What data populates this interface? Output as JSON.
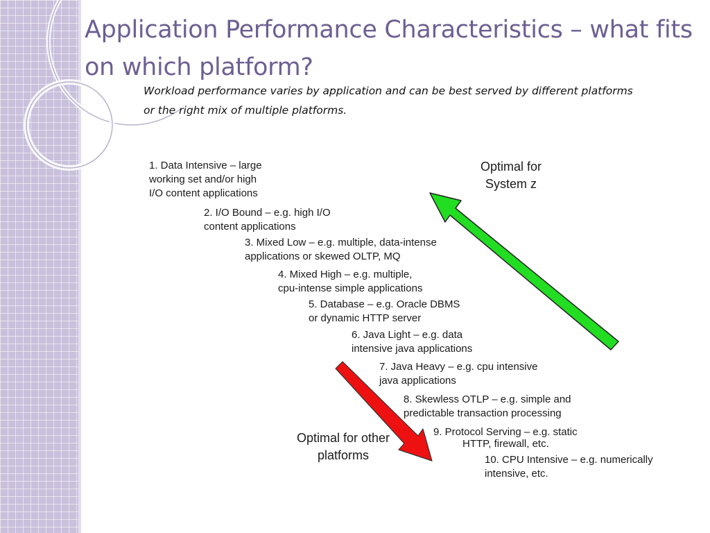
{
  "slide": {
    "title": "Application Performance Characteristics – what fits on which platform?",
    "subtitle": "Workload performance varies by application and can be best served by different platforms or the right mix of multiple platforms."
  },
  "diagram": {
    "workloads": [
      {
        "number": "1.",
        "lines": [
          "1. Data Intensive – large",
          "working set  and/or high",
          "I/O content applications"
        ]
      },
      {
        "number": "2.",
        "lines": [
          "2. I/O Bound – e.g. high I/O",
          "content applications"
        ]
      },
      {
        "number": "3.",
        "lines": [
          "3. Mixed Low – e.g. multiple, data-intense",
          "applications or skewed OLTP, MQ"
        ]
      },
      {
        "number": "4.",
        "lines": [
          "4. Mixed High – e.g. multiple,",
          "cpu-intense simple applications"
        ]
      },
      {
        "number": "5.",
        "lines": [
          "5. Database –  e.g. Oracle DBMS",
          "or  dynamic HTTP server"
        ]
      },
      {
        "number": "6.",
        "lines": [
          "6. Java Light – e.g. data",
          "intensive java applications"
        ]
      },
      {
        "number": "7.",
        "lines": [
          "7. Java Heavy – e.g. cpu intensive",
          "java applications"
        ]
      },
      {
        "number": "8.",
        "lines": [
          "8. Skewless OTLP – e.g. simple and",
          "predictable transaction processing"
        ]
      },
      {
        "number": "9.",
        "lines": [
          "9. Protocol Serving – e.g. static",
          "HTTP, firewall, etc."
        ]
      },
      {
        "number": "10.",
        "lines": [
          "10. CPU Intensive – e.g. numerically",
          "intensive, etc."
        ]
      }
    ],
    "system_z_label": [
      "Optimal for",
      "System z"
    ],
    "other_label": [
      "Optimal for other",
      "platforms"
    ],
    "colors": {
      "up_arrow": "#22dd22",
      "down_arrow": "#ee1111",
      "title": "#6d5f93",
      "side_panel": "#c9c0dc"
    }
  }
}
